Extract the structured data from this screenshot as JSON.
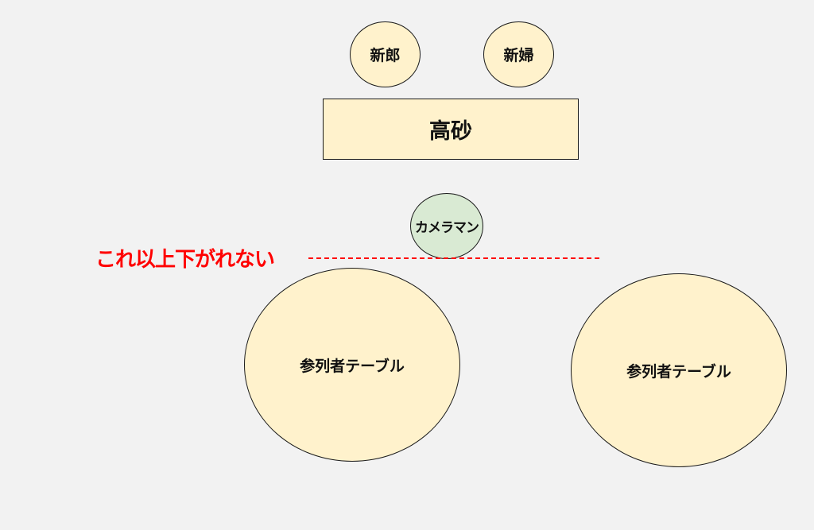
{
  "diagram": {
    "groom": "新郎",
    "bride": "新婦",
    "takasago": "高砂",
    "cameraman": "カメラマン",
    "limit_label": "これ以上下がれない",
    "guest_table_left": "参列者テーブル",
    "guest_table_right": "参列者テーブル"
  },
  "colors": {
    "background": "#f2f2f2",
    "shape_fill": "#fff2cc",
    "cameraman_fill": "#d9ead3",
    "limit_color": "#ff0000"
  }
}
